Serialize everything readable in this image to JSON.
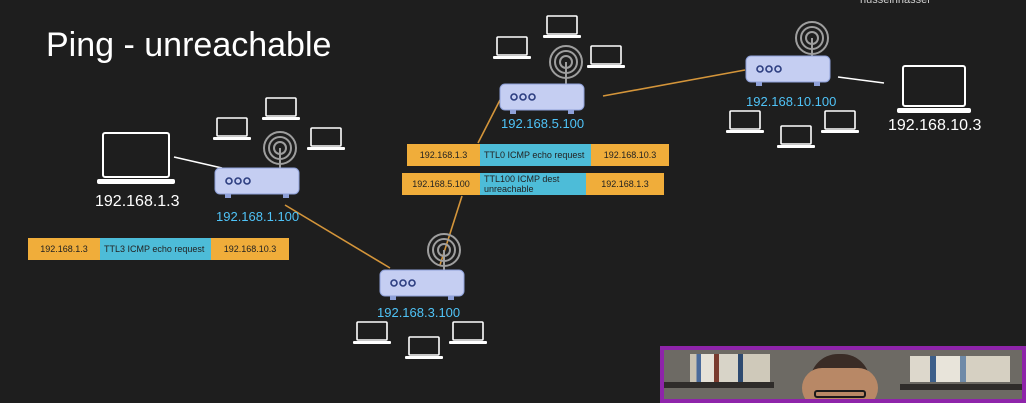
{
  "slide": {
    "title": "Ping - unreachable",
    "watermark": "husseinnasser"
  },
  "hosts": {
    "left": "192.168.1.3",
    "right": "192.168.10.3"
  },
  "routers": {
    "r1": "192.168.1.100",
    "r3": "192.168.3.100",
    "r5": "192.168.5.100",
    "r10": "192.168.10.100"
  },
  "packets": {
    "p1": {
      "src": "192.168.1.3",
      "info": "TTL3 ICMP echo request",
      "dst": "192.168.10.3"
    },
    "p2": {
      "src": "192.168.1.3",
      "info": "TTL0 ICMP echo request",
      "dst": "192.168.10.3"
    },
    "p3": {
      "src": "192.168.5.100",
      "info": "TTL100  ICMP dest unreachable",
      "dst": "192.168.1.3"
    }
  },
  "colors": {
    "background": "#1e1e1e",
    "router_fill": "#c5cef2",
    "router_label": "#4fc3f7",
    "link_line": "#d4953a",
    "packet_ip": "#f0ad3a",
    "packet_info": "#4dbcd8",
    "webcam_border": "#8e24aa"
  },
  "icons": [
    "laptop-icon",
    "router-icon",
    "wifi-antenna-icon"
  ]
}
